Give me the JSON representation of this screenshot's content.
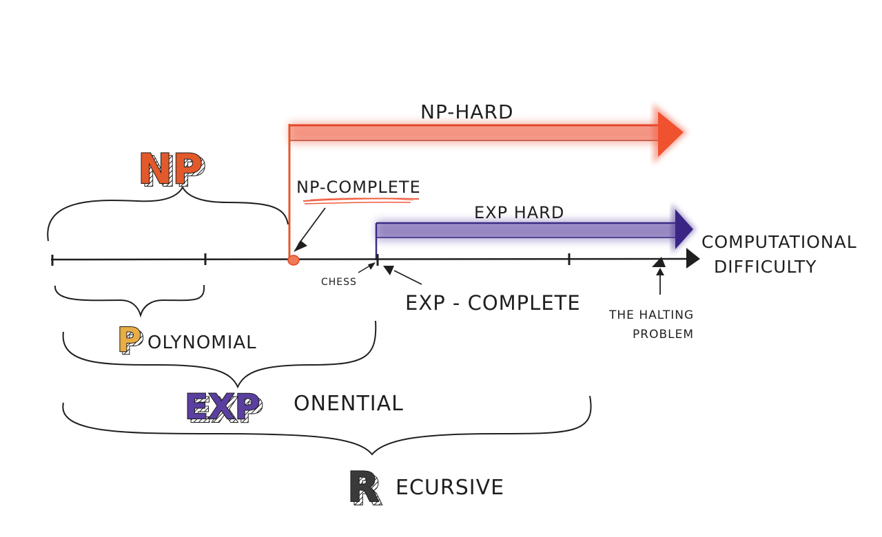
{
  "labels": {
    "np_hard": "NP-HARD",
    "np_complete": "NP-COMPLETE",
    "exp_hard": "EXP HARD",
    "exp_complete": "EXP - COMPLETE",
    "chess": "CHESS",
    "axis_line1": "COMPUTATIONAL",
    "axis_line2": "DIFFICULTY",
    "halting_line1": "THE HALTING",
    "halting_line2": "PROBLEM",
    "np_class": "NP",
    "p_initial": "P",
    "p_rest": "OLYNOMIAL",
    "exp_initial": "EXP",
    "exp_rest": "ONENTIAL",
    "r_initial": "R",
    "r_rest": "ECURSIVE"
  },
  "colors": {
    "np": "#e2592b",
    "np_hard": "#ef5a3c",
    "p": "#e8ad45",
    "exp": "#5b3fa0",
    "exp_hard": "#4b3695",
    "r": "#3a3a3a",
    "ink": "#1f1f1f"
  }
}
